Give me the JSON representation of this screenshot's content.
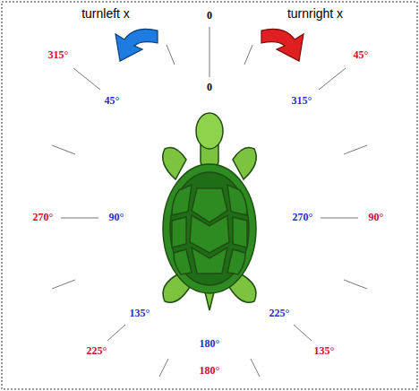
{
  "diagram": {
    "labels": [
      "turnleft x",
      "turnright x",
      "0",
      "0",
      "315°",
      "45°",
      "45°",
      "315°",
      "270°",
      "90°",
      "270°",
      "90°",
      "135°",
      "225°",
      "225°",
      "135°",
      "180°",
      "180°"
    ]
  }
}
